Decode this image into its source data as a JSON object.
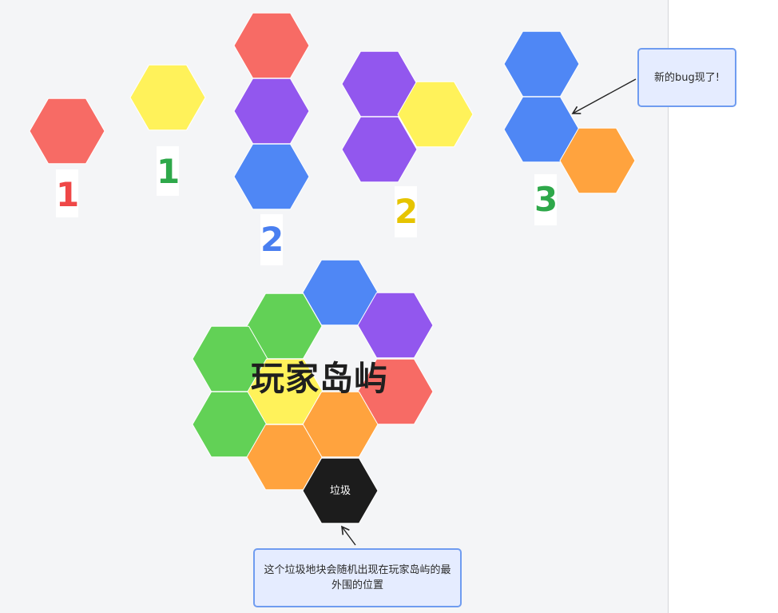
{
  "labels": {
    "group1": "1",
    "group2": "1",
    "group3": "2",
    "group4": "2",
    "group5": "3"
  },
  "label_colors": {
    "group1": "#ef4747",
    "group2": "#2ea84a",
    "group3": "#4a7ff0",
    "group4": "#e6c400",
    "group5": "#2ea84a"
  },
  "island": {
    "title": "玩家岛屿",
    "trash_tile_label": "垃圾"
  },
  "notes": {
    "bug": "新的bug现了!",
    "trash": "这个垃圾地块会随机出现在玩家岛屿的最外围的位置"
  },
  "colors": {
    "red": "#f76b65",
    "yellow": "#fff25a",
    "purple": "#9257ee",
    "blue": "#4f87f5",
    "orange": "#ffa33e",
    "green": "#62d156",
    "black": "#1c1c1c",
    "note_bg": "#e5ecff",
    "note_border": "#6f9cf0"
  }
}
